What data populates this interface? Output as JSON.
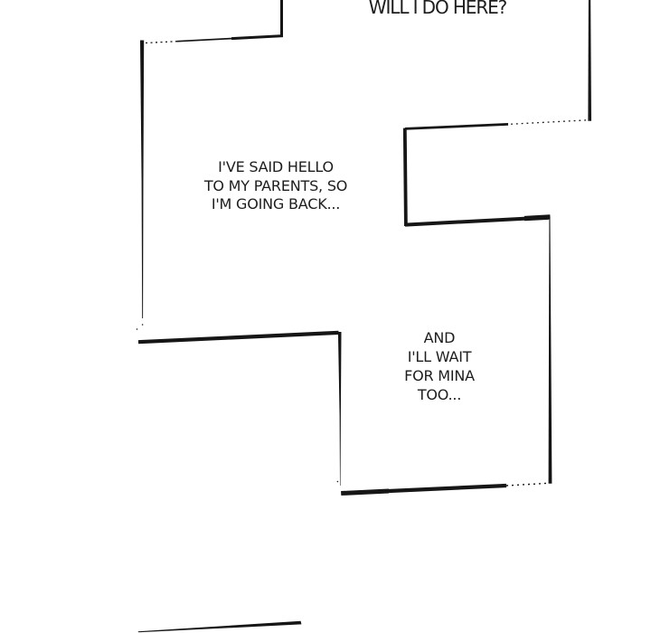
{
  "page": {
    "background": "#ffffff",
    "ink_color": "#161616",
    "text_color": "#1d1d1d"
  },
  "speech": {
    "top": "WILL I DO HERE?",
    "left": "I'VE SAID HELLO\nTO MY PARENTS, SO\nI'M GOING BACK...",
    "right": "AND\nI'LL WAIT\nFOR MINA\nTOO..."
  }
}
